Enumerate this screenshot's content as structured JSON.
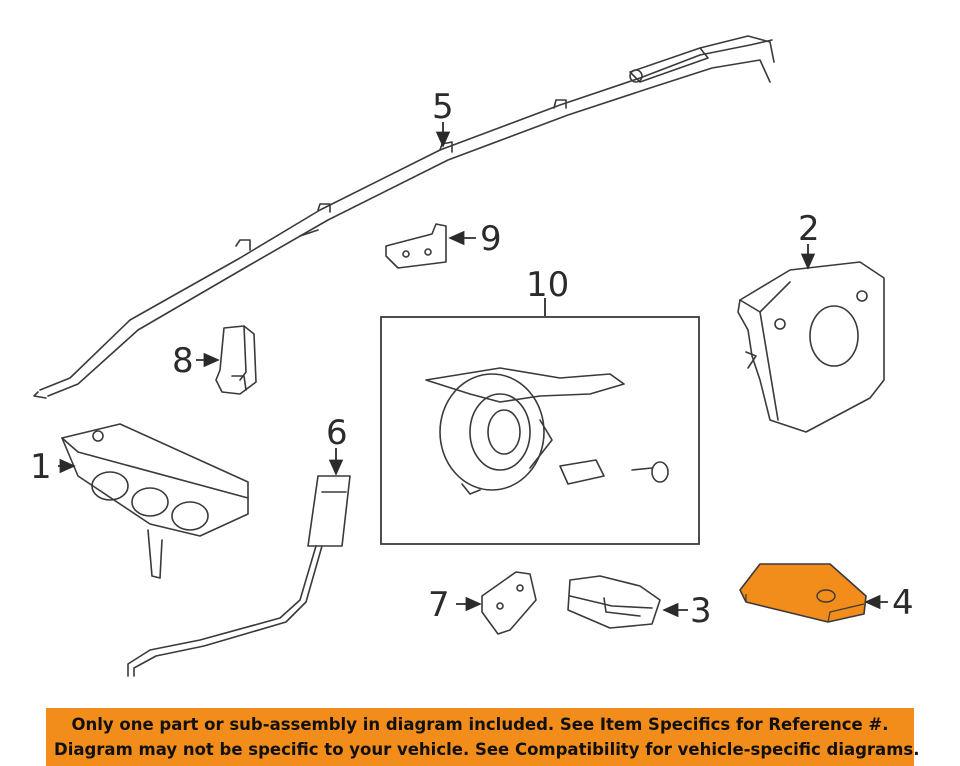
{
  "callouts": {
    "c1": "1",
    "c2": "2",
    "c3": "3",
    "c4": "4",
    "c5": "5",
    "c6": "6",
    "c7": "7",
    "c8": "8",
    "c9": "9",
    "c10": "10"
  },
  "highlight_color": "#f28c1b",
  "disclaimer": {
    "line1": "Only one part or sub-assembly in diagram included. See Item Specifics for Reference #.",
    "line2": "Diagram may not be specific to your vehicle. See Compatibility for vehicle-specific diagrams."
  }
}
